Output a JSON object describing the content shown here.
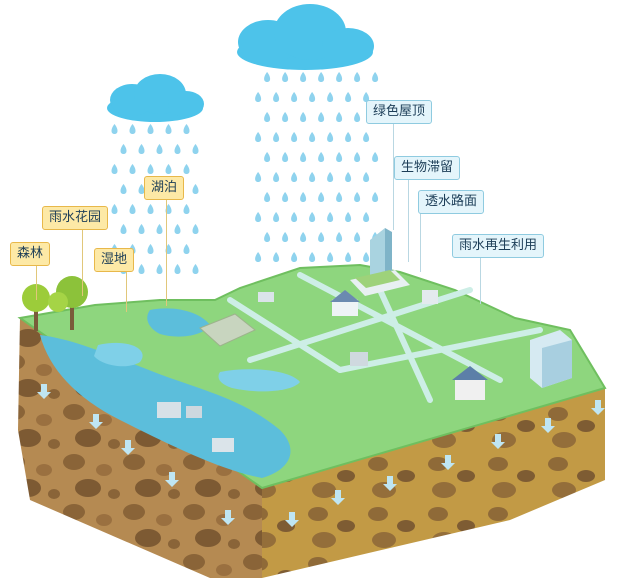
{
  "labels": {
    "forest": "森林",
    "rain_garden": "雨水花园",
    "wetland": "湿地",
    "lake": "湖泊",
    "green_roof": "绿色屋顶",
    "bioretention": "生物滞留",
    "permeable_pavement": "透水路面",
    "rainwater_reuse": "雨水再生利用"
  },
  "colors": {
    "cloud": "#4dc3ea",
    "rain": "#8fd3ee",
    "grass": "#8ed67e",
    "water": "#5cbedb",
    "soil_left": "#b58a52",
    "soil_right": "#c29a45",
    "stone": "#7a5c3a",
    "tag_yellow": "#fde9a6",
    "tag_blue": "#e4f5fb"
  }
}
